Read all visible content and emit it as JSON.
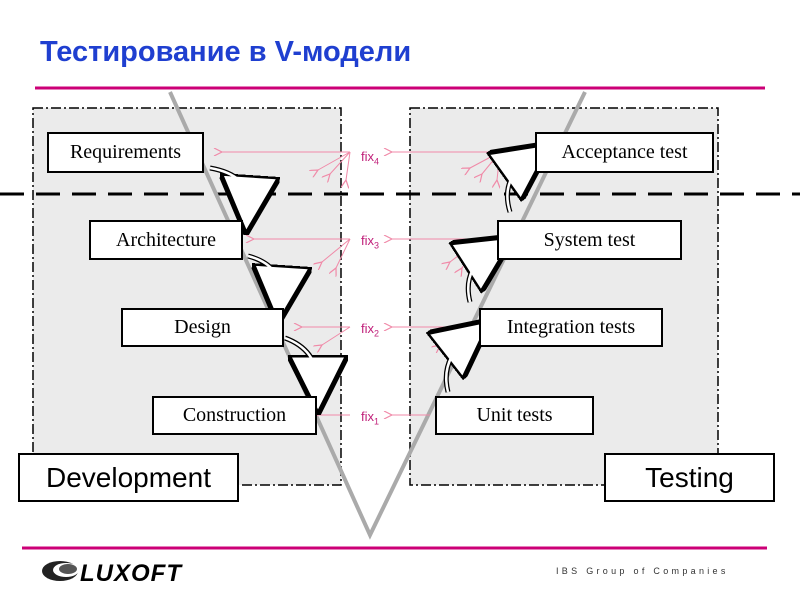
{
  "title": "Тестирование в V-модели",
  "development": {
    "label": "Development",
    "stages": [
      "Requirements",
      "Architecture",
      "Design",
      "Construction"
    ]
  },
  "testing": {
    "label": "Testing",
    "stages": [
      "Acceptance test",
      "System test",
      "Integration tests",
      "Unit tests"
    ]
  },
  "fixes": [
    {
      "base": "fix",
      "sub": "4"
    },
    {
      "base": "fix",
      "sub": "3"
    },
    {
      "base": "fix",
      "sub": "2"
    },
    {
      "base": "fix",
      "sub": "1"
    }
  ],
  "footer": {
    "logo": "LUXOFT",
    "tagline": "IBS Group of Companies"
  },
  "colors": {
    "title": "#1f3fd0",
    "accent": "#cc0077",
    "fix_arrow": "#f08aa8"
  }
}
